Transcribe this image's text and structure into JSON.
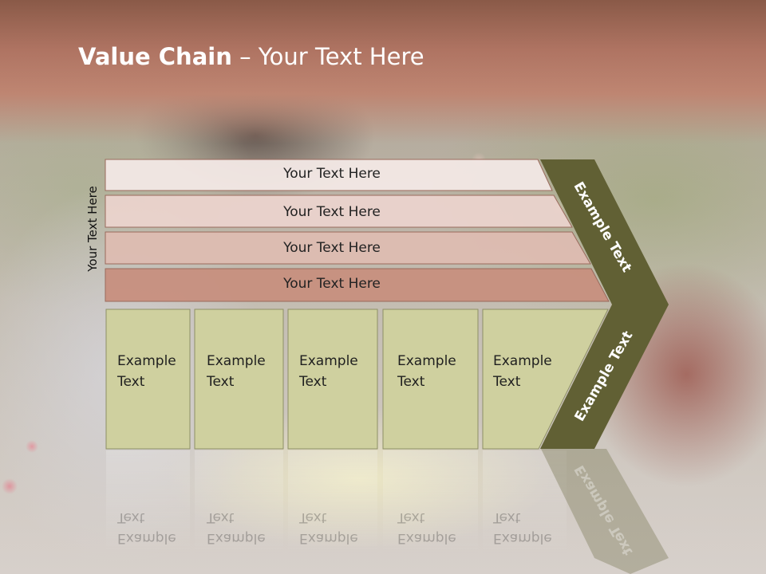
{
  "slide": {
    "title_bold": "Value Chain",
    "title_rest": " – Your Text Here",
    "vertical_label": "Your Text Here"
  },
  "support_rows": [
    {
      "label": "Your Text Here",
      "color": "#f2e8e5"
    },
    {
      "label": "Your Text Here",
      "color": "#ead3cc"
    },
    {
      "label": "Your Text Here",
      "color": "#ddbcb1"
    },
    {
      "label": "Your Text Here",
      "color": "#c78f7e"
    }
  ],
  "primary_cells": [
    {
      "line1": "Example",
      "line2": "Text"
    },
    {
      "line1": "Example",
      "line2": "Text"
    },
    {
      "line1": "Example",
      "line2": "Text"
    },
    {
      "line1": "Example",
      "line2": "Text"
    },
    {
      "line1": "Example",
      "line2": "Text"
    }
  ],
  "chevron": {
    "top_label": "Example Text",
    "bottom_label": "Example Text",
    "color": "#616034"
  },
  "colors": {
    "cell_fill": "#cfd09f",
    "cell_border": "#8e8f66",
    "row_border": "#9a6a5c"
  }
}
